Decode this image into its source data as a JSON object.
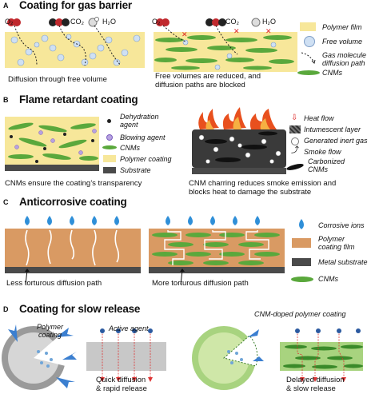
{
  "panel_a": {
    "label": "A",
    "title": "Coating for gas barrier",
    "molecules": [
      "O₂",
      "CO₂",
      "H₂O"
    ],
    "caption_left": "Diffusion through free volume",
    "caption_right_1": "Free volumes are reduced, and",
    "caption_right_2": "diffusion paths are blocked",
    "legend": {
      "polymer_film": "Polymer film",
      "free_volume": "Free volume",
      "gas_path_1": "Gas molecule",
      "gas_path_2": "diffusion path",
      "cnms": "CNMs"
    }
  },
  "panel_b": {
    "label": "B",
    "title": "Flame retardant coating",
    "legend_left": {
      "dehydration_1": "Dehydration",
      "dehydration_2": "agent",
      "blowing": "Blowing agent",
      "cnms": "CNMs",
      "polymer": "Polymer coating",
      "substrate": "Substrate"
    },
    "legend_right": {
      "heat_flow": "Heat flow",
      "intumescent": "Intumescent layer",
      "inert_gas": "Generated inert gas",
      "smoke": "Smoke flow",
      "carbonized_1": "Carbonized",
      "carbonized_2": "CNMs"
    },
    "caption_left": "CNMs ensure the coating’s transparency",
    "caption_right_1": "CNM charring reduces smoke emission and",
    "caption_right_2": "blocks heat to damage the substrate"
  },
  "panel_c": {
    "label": "C",
    "title": "Anticorrosive coating",
    "caption_left": "Less torturous diffusion path",
    "caption_right": "More torturous diffusion path",
    "legend": {
      "ions": "Corrosive ions",
      "film_1": "Polymer",
      "film_2": "coating film",
      "substrate": "Metal substrate",
      "cnms": "CNMs"
    }
  },
  "panel_d": {
    "label": "D",
    "title": "Coating for slow release",
    "polymer_coating_1": "Polymer",
    "polymer_coating_2": "coating",
    "active_agent": "Active agent",
    "caption_left_1": "Quick diffusion",
    "caption_left_2": "& rapid release",
    "cnm_doped": "CNM-doped polymer coating",
    "caption_right_1": "Delayed diffusion",
    "caption_right_2": "& slow release"
  },
  "colors": {
    "polymer": "#f7e79a",
    "cnm": "#5aa83c",
    "corrosion_film": "#d99a63",
    "substrate": "#4a4a4a",
    "ion": "#2f8fd8",
    "flame": "#e8501e"
  }
}
